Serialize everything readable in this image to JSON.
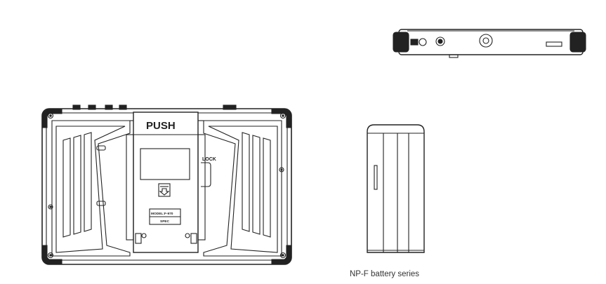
{
  "monitor_back": {
    "push_label": "PUSH",
    "lock_label": "LOCK",
    "model_label": "MODEL:F-970",
    "sub_label": "SPEC"
  },
  "battery": {
    "caption": "NP-F battery series"
  }
}
